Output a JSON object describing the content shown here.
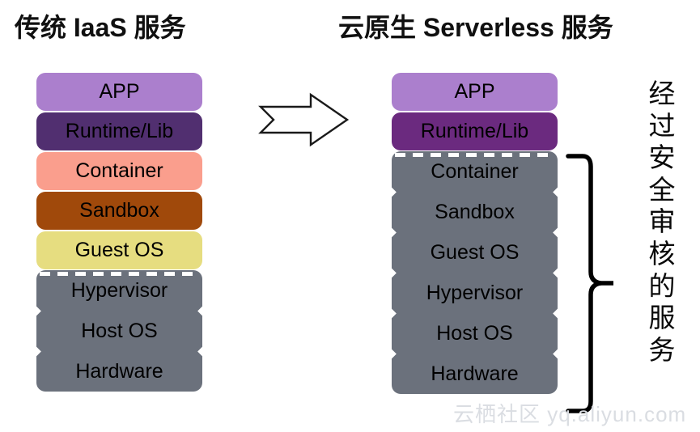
{
  "titles": {
    "left": "传统 IaaS 服务",
    "right": "云原生 Serverless 服务"
  },
  "arrow": {
    "icon": "right-arrow-icon",
    "direction": "right"
  },
  "left_stack": {
    "name": "传统 IaaS 服务",
    "layers": [
      {
        "label": "APP",
        "color": "#ab7fcd",
        "grouped": false
      },
      {
        "label": "Runtime/Lib",
        "color": "#512f70",
        "grouped": false
      },
      {
        "label": "Container",
        "color": "#fa9e8d",
        "grouped": false
      },
      {
        "label": "Sandbox",
        "color": "#a0490b",
        "grouped": false
      },
      {
        "label": "Guest OS",
        "color": "#e6dd80",
        "grouped": false
      },
      {
        "label": "Hypervisor",
        "color": "#6b717c",
        "grouped": true
      },
      {
        "label": "Host OS",
        "color": "#6b717c",
        "grouped": true
      },
      {
        "label": "Hardware",
        "color": "#6b717c",
        "grouped": true
      }
    ]
  },
  "right_stack": {
    "name": "云原生 Serverless 服务",
    "layers": [
      {
        "label": "APP",
        "color": "#ab7fcd",
        "grouped": false
      },
      {
        "label": "Runtime/Lib",
        "color": "#6b2a7f",
        "grouped": false
      },
      {
        "label": "Container",
        "color": "#6b717c",
        "grouped": true
      },
      {
        "label": "Sandbox",
        "color": "#6b717c",
        "grouped": true
      },
      {
        "label": "Guest OS",
        "color": "#6b717c",
        "grouped": true
      },
      {
        "label": "Hypervisor",
        "color": "#6b717c",
        "grouped": true
      },
      {
        "label": "Host OS",
        "color": "#6b717c",
        "grouped": true
      },
      {
        "label": "Hardware",
        "color": "#6b717c",
        "grouped": true
      }
    ]
  },
  "annotation": {
    "brace": "curly-brace-right",
    "vertical_text": "经过安全审核的服务"
  },
  "watermark": {
    "text": "云栖社区 yq.aliyun.com",
    "color": "#dadde2"
  },
  "palette": {
    "app": "#ab7fcd",
    "runtime_left": "#512f70",
    "runtime_right": "#6b2a7f",
    "container": "#fa9e8d",
    "sandbox": "#a0490b",
    "guest_os": "#e6dd80",
    "gray": "#6b717c",
    "background": "#ffffff"
  }
}
